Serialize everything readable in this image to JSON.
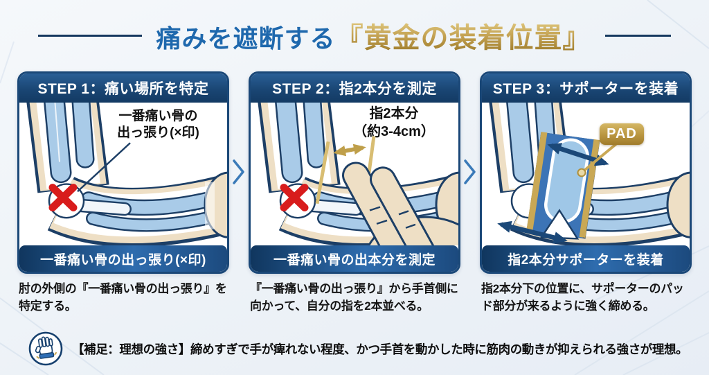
{
  "title": {
    "prefix": "痛みを遮断する",
    "highlight": "『黄金の装着位置』"
  },
  "steps": [
    {
      "header": "STEP 1：痛い場所を特定",
      "annotation": {
        "line1": "一番痛い骨の",
        "line2": "出っ張り(×印)"
      },
      "caption": "一番痛い骨の出っ張り(×印)",
      "description": "肘の外側の『一番痛い骨の出っ張り』を特定する。"
    },
    {
      "header": "STEP 2：指2本分を測定",
      "annotation": {
        "line1": "指2本分",
        "line2": "（約3-4cm）"
      },
      "caption": "一番痛い骨の出本分を測定",
      "description": "『一番痛い骨の出っ張り』から手首側に向かって、自分の指を2本並べる。"
    },
    {
      "header": "STEP 3：サポーターを装着",
      "pad_label": "PAD",
      "caption": "指2本分サポーターを装着",
      "description": "指2本分下の位置に、サポーターのパッド部分が来るように強く締める。"
    }
  ],
  "footer": {
    "note": "【補足：理想の強さ】締めすぎで手が痺れない程度、かつ手首を動かした時に筋肉の動きが抑えられる強さが理想。"
  },
  "icons": {
    "chevron": "chevron-right-icon",
    "hand": "hand-with-wristband-icon",
    "x_mark": "red-x-mark",
    "pad": "pad-pointer"
  },
  "colors": {
    "navy": "#16406e",
    "panel_border": "#1b4878",
    "title_blue": "#1e68ad",
    "gold": "#b8923f",
    "red_x": "#d81c1c",
    "muscle_blue": "#a9cbe8",
    "skin": "#eedfc5",
    "supporter_blue": "#3c74b6"
  }
}
